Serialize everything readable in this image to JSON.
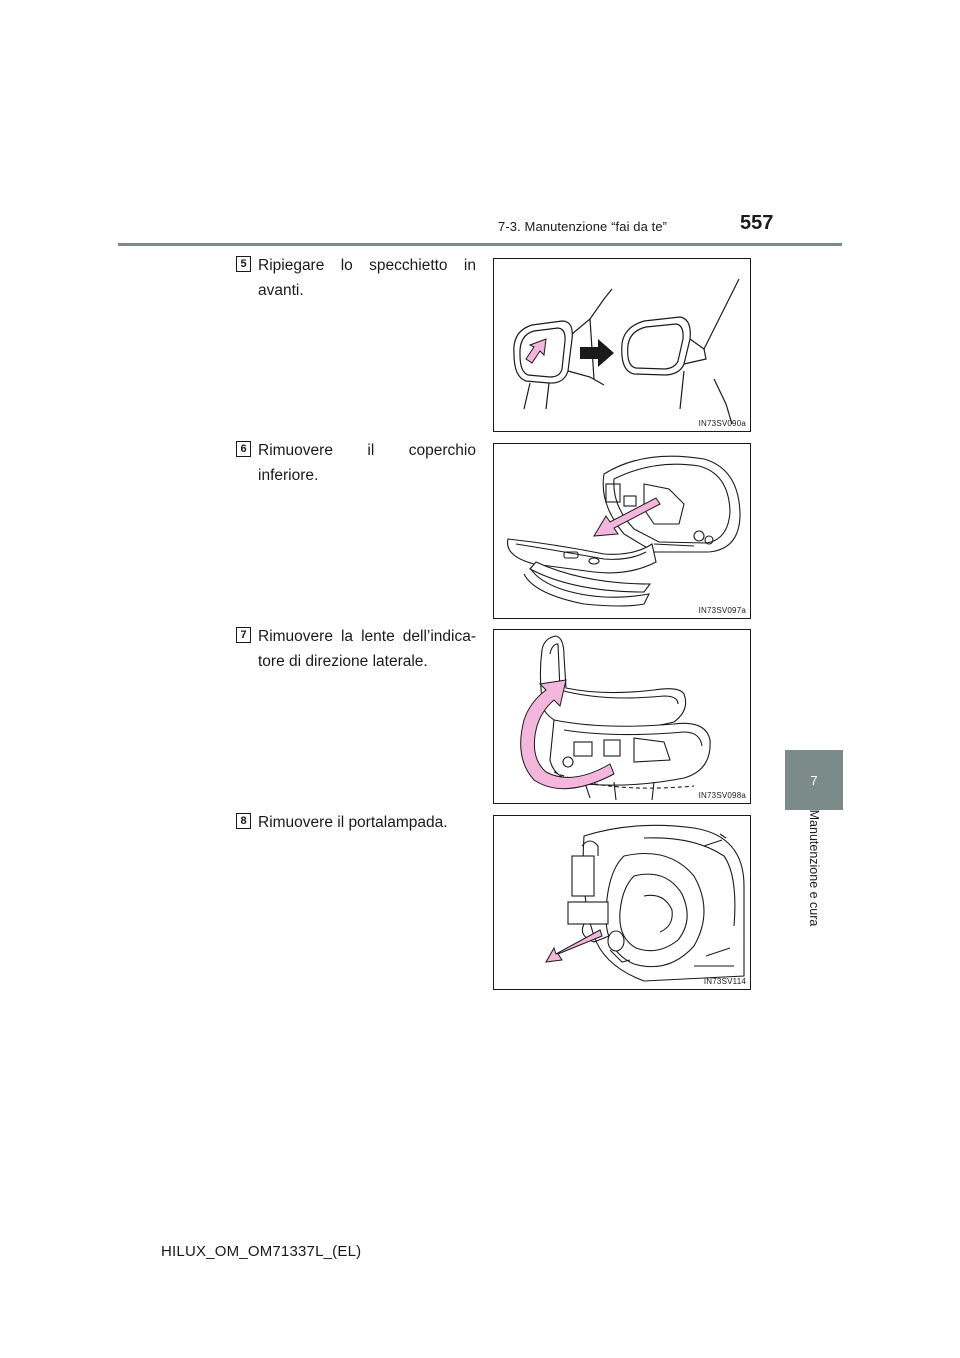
{
  "header": {
    "section": "7-3. Manutenzione “fai da te”",
    "page_number": "557"
  },
  "chapter_tab": {
    "number": "7",
    "title": "Manutenzione e cura"
  },
  "steps": [
    {
      "number": "5",
      "text": "Ripiegare lo specchietto in avanti.",
      "figure_code": "IN73SV090a"
    },
    {
      "number": "6",
      "text": "Rimuovere il coperchio inferiore.",
      "figure_code": "IN73SV097a"
    },
    {
      "number": "7",
      "text": "Rimuovere la lente dell’indica-tore di direzione laterale.",
      "figure_code": "IN73SV098a"
    },
    {
      "number": "8",
      "text": "Rimuovere il portalampada.",
      "figure_code": "IN73SV114"
    }
  ],
  "footer": {
    "model": "HILUX_OM_OM71337L_(EL)"
  },
  "colors": {
    "accent": "#7a8b89",
    "arrow_pink": "#f4b6dd",
    "arrow_dark": "#1a1a1a"
  }
}
